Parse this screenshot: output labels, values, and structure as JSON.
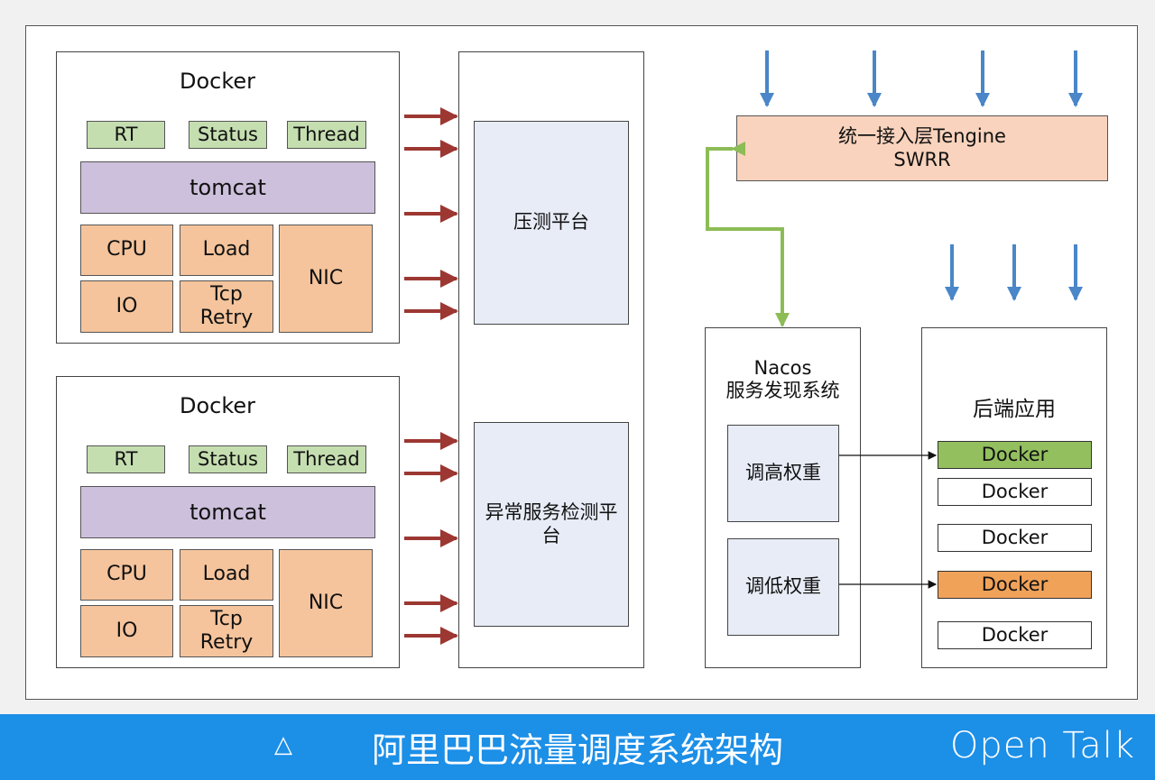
{
  "docker_hosts": [
    {
      "title": "Docker",
      "metrics": [
        "RT",
        "Status",
        "Thread"
      ],
      "container": "tomcat",
      "resources": {
        "cpu": "CPU",
        "load": "Load",
        "nic": "NIC",
        "io": "IO",
        "tcp_retry": "Tcp\nRetry"
      }
    },
    {
      "title": "Docker",
      "metrics": [
        "RT",
        "Status",
        "Thread"
      ],
      "container": "tomcat",
      "resources": {
        "cpu": "CPU",
        "load": "Load",
        "nic": "NIC",
        "io": "IO",
        "tcp_retry": "Tcp\nRetry"
      }
    }
  ],
  "platform": {
    "stress_test": "压测平台",
    "anomaly_detection": "异常服务检测平台"
  },
  "access_layer": {
    "line1": "统一接入层Tengine",
    "line2": "SWRR"
  },
  "nacos": {
    "title_line1": "Nacos",
    "title_line2": "服务发现系统",
    "raise_weight": "调高权重",
    "lower_weight": "调低权重"
  },
  "backend": {
    "title": "后端应用",
    "dockers": [
      {
        "label": "Docker",
        "state": "raised"
      },
      {
        "label": "Docker",
        "state": "normal"
      },
      {
        "label": "Docker",
        "state": "normal"
      },
      {
        "label": "Docker",
        "state": "lowered"
      },
      {
        "label": "Docker",
        "state": "normal"
      }
    ]
  },
  "colors": {
    "metric": "#c5deb0",
    "tomcat": "#cdc0dc",
    "resource": "#f5c49c",
    "panel": "#e7ecf6",
    "access_layer": "#f9d3bd",
    "raised_docker": "#93bf5f",
    "lowered_docker": "#f0a259",
    "red_arrow": "#9c3732",
    "blue_arrow": "#4a86c8",
    "green_link": "#8cbc55",
    "footer": "#1c8fe7"
  },
  "footer": {
    "symbol": "△",
    "title": "阿里巴巴流量调度系统架构",
    "brand": "Open Talk"
  }
}
